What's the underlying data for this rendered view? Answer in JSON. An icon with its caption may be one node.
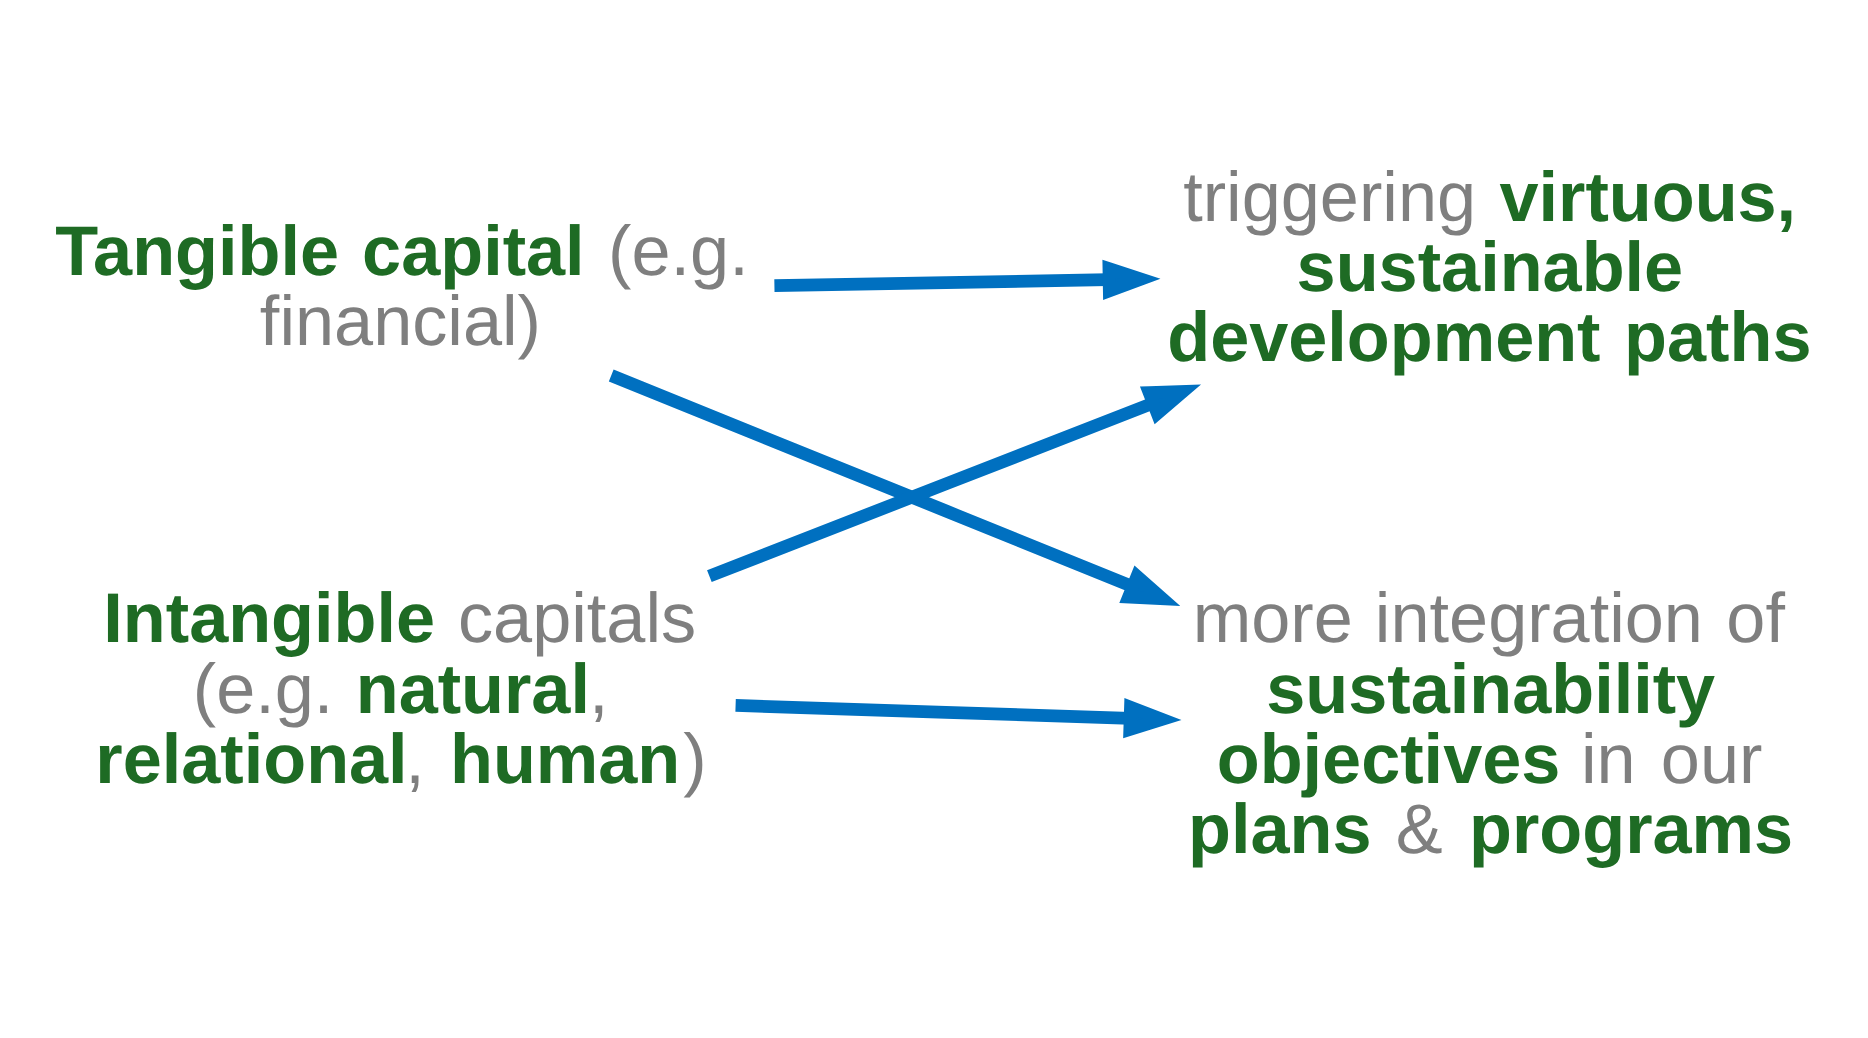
{
  "diagram": {
    "nodes": [
      {
        "text": [
          "**Tangible capital** (e.g. financial)"
        ]
      },
      {
        "text": [
          "**Intangible** capitals (e.g. **natural**, **relational**, **human**)"
        ]
      },
      {
        "text": [
          "triggering **virtuous, sustainable development paths**"
        ]
      },
      {
        "text": [
          "more integration of **sustainability objectives** in our **plans** & **programs**"
        ]
      }
    ],
    "edges": [
      {
        "from": 0,
        "to": 2,
        "arrow": "to"
      },
      {
        "from": 0,
        "to": 3,
        "arrow": "to"
      },
      {
        "from": 1,
        "to": 2,
        "arrow": "to"
      },
      {
        "from": 1,
        "to": 3,
        "arrow": "to"
      }
    ]
  }
}
